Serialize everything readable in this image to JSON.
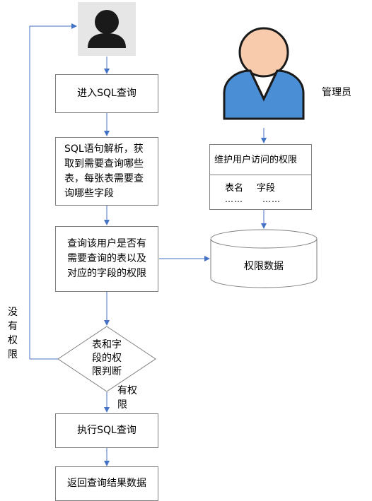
{
  "user_icon": "user-silhouette-icon",
  "admin_icon": "administrator-person-icon",
  "colors": {
    "line": "#4472c4",
    "box_border": "#7f7f7f",
    "admin_skin": "#f8cbad",
    "admin_shirt": "#4a8fd6",
    "user_fill": "#1a1a1a"
  },
  "admin_label": "管理员",
  "steps": {
    "enter_sql": "进入SQL查询",
    "parse": "SQL语句解析，获\n取到需要查询哪些\n表，每张表需要查\n询哪些字段",
    "check": "查询该用户是否有\n需要查询的表以及\n对应的字段的权限",
    "decision": "表和字\n段的权\n限判断",
    "execute": "执行SQL查询",
    "return": "返回查询结果数据"
  },
  "branches": {
    "no_permission": "没\n有\n权\n限",
    "has_permission": "有权\n限"
  },
  "permission_maintenance": {
    "title": "维护用户访问的权限",
    "col_table": "表名",
    "col_field": "字段",
    "dots_table": "……",
    "dots_field": "……"
  },
  "permission_data": "权限数据"
}
